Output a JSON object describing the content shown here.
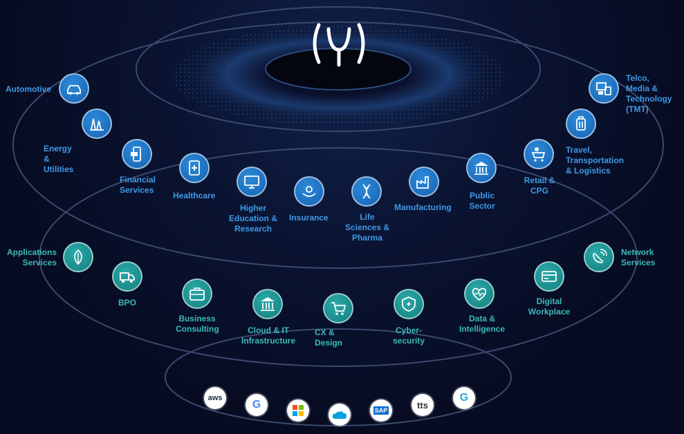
{
  "colors": {
    "background": "#070c22",
    "industry_accent": "#3f9ae6",
    "service_accent": "#3bbab8",
    "ring": "#3a4a6e"
  },
  "logo": {
    "icon": "psi-bracket-logo"
  },
  "industries": [
    {
      "id": "automotive",
      "label": "Automotive",
      "icon": "car-icon"
    },
    {
      "id": "energy",
      "label": "Energy & Utilities",
      "icon": "energy-plant-icon"
    },
    {
      "id": "financial",
      "label": "Financial\nServices",
      "icon": "mobile-payment-icon"
    },
    {
      "id": "healthcare",
      "label": "Healthcare",
      "icon": "health-tablet-icon"
    },
    {
      "id": "higher-ed",
      "label": "Higher\nEducation &\nResearch",
      "icon": "monitor-education-icon"
    },
    {
      "id": "insurance",
      "label": "Insurance",
      "icon": "hands-protect-icon"
    },
    {
      "id": "life-sciences",
      "label": "Life\nSciences &\nPharma",
      "icon": "dna-icon"
    },
    {
      "id": "manufacturing",
      "label": "Manufacturing",
      "icon": "factory-icon"
    },
    {
      "id": "public-sector",
      "label": "Public\nSector",
      "icon": "government-building-icon"
    },
    {
      "id": "retail",
      "label": "Retail &\nCPG",
      "icon": "shopping-cart-person-icon"
    },
    {
      "id": "travel",
      "label": "Travel,\nTransportation\n& Logistics",
      "icon": "luggage-icon"
    },
    {
      "id": "tmt",
      "label": "Telco, Media &\nTechnology\n(TMT)",
      "icon": "media-devices-icon"
    }
  ],
  "services": [
    {
      "id": "applications",
      "label": "Applications\nServices",
      "icon": "leaf-icon"
    },
    {
      "id": "bpo",
      "label": "BPO",
      "icon": "delivery-truck-icon"
    },
    {
      "id": "business-consulting",
      "label": "Business\nConsulting",
      "icon": "briefcase-icon"
    },
    {
      "id": "cloud",
      "label": "Cloud & IT\nInfrastructure",
      "icon": "columns-building-icon"
    },
    {
      "id": "cx-design",
      "label": "CX & Design",
      "icon": "cart-icon"
    },
    {
      "id": "cybersecurity",
      "label": "Cyber-\nsecurity",
      "icon": "shield-icon"
    },
    {
      "id": "data",
      "label": "Data &\nIntelligence",
      "icon": "heart-pulse-icon"
    },
    {
      "id": "digital-workplace",
      "label": "Digital\nWorkplace",
      "icon": "card-icon"
    },
    {
      "id": "network",
      "label": "Network\nServices",
      "icon": "satellite-dish-icon"
    }
  ],
  "partners": [
    {
      "id": "aws",
      "text": "aws",
      "color": "#232f3e"
    },
    {
      "id": "google",
      "text": "G",
      "color": "#4285f4"
    },
    {
      "id": "microsoft",
      "text": "",
      "color": "#f25022"
    },
    {
      "id": "salesforce",
      "text": "",
      "color": "#00a1e0"
    },
    {
      "id": "sap",
      "text": "SAP",
      "color": "#0a6ed1"
    },
    {
      "id": "tts",
      "text": "tts",
      "color": "#333333"
    },
    {
      "id": "guidewire",
      "text": "G",
      "color": "#2aa8d8"
    }
  ]
}
